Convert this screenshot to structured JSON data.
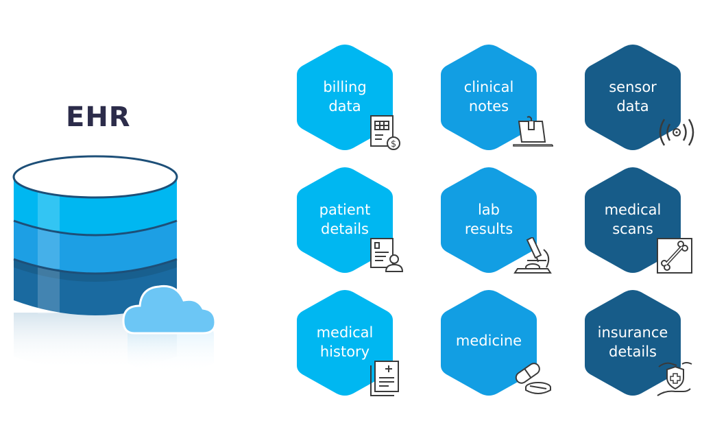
{
  "diagram": {
    "title": "EHR",
    "colors": {
      "light_blue": "#00b7f1",
      "mid_blue": "#129ee3",
      "dark_blue": "#175c89",
      "cloud": "#6cc6f5"
    },
    "nodes": [
      {
        "line1": "billing",
        "line2": "data",
        "icon": "invoice-dollar-icon"
      },
      {
        "line1": "clinical",
        "line2": "notes",
        "icon": "notepad-pen-icon"
      },
      {
        "line1": "sensor",
        "line2": "data",
        "icon": "signal-waves-icon"
      },
      {
        "line1": "patient",
        "line2": "details",
        "icon": "patient-document-icon"
      },
      {
        "line1": "lab",
        "line2": "results",
        "icon": "microscope-icon"
      },
      {
        "line1": "medical",
        "line2": "scans",
        "icon": "bone-xray-icon"
      },
      {
        "line1": "medical",
        "line2": "history",
        "icon": "medical-record-icon"
      },
      {
        "line1": "medicine",
        "line2": "",
        "icon": "pills-icon"
      },
      {
        "line1": "insurance",
        "line2": "details",
        "icon": "insurance-shield-hands-icon"
      }
    ]
  }
}
